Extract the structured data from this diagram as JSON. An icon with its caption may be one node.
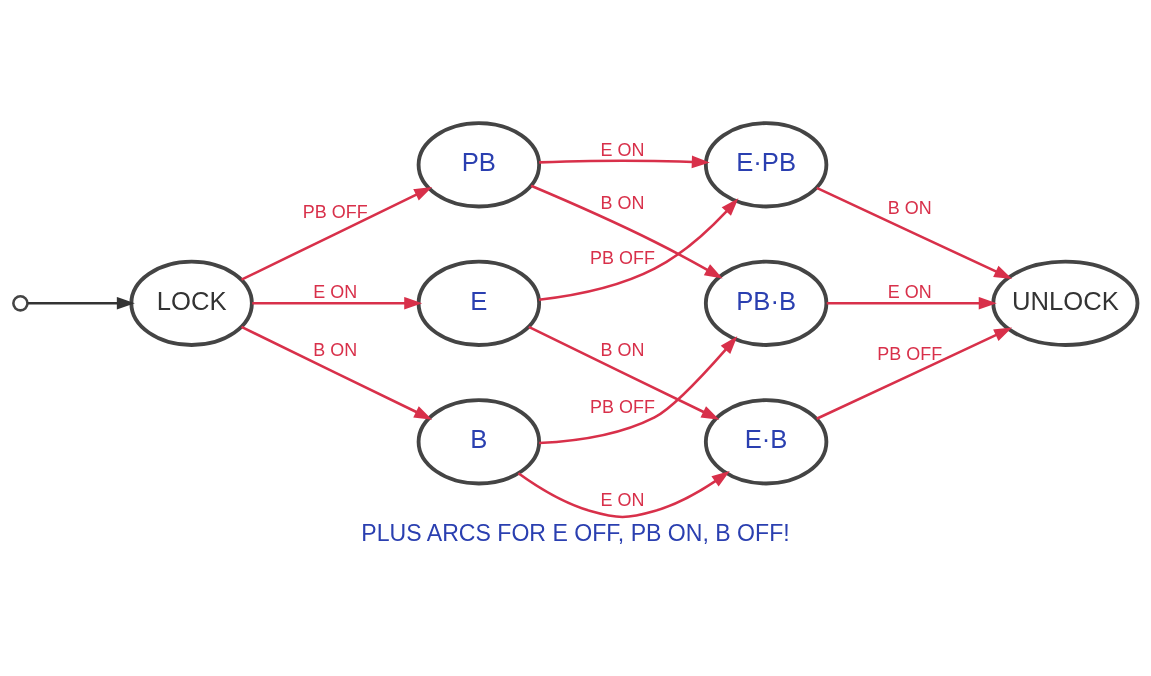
{
  "diagram": {
    "caption": "PLUS ARCS FOR E OFF, PB ON, B OFF!",
    "nodes": [
      {
        "text": [],
        "shape": "circle"
      },
      {
        "text": [
          "LOCK"
        ]
      },
      {
        "text": [
          "E"
        ]
      },
      {
        "text": [
          "PB"
        ]
      },
      {
        "text": [
          "B"
        ]
      },
      {
        "text": [
          "E·PB"
        ]
      },
      {
        "text": [
          "E·B"
        ]
      },
      {
        "text": [
          "PB·B"
        ]
      },
      {
        "text": [
          "UNLOCK"
        ]
      }
    ],
    "edges": [
      {
        "from": 0,
        "to": 1,
        "arrow": "to",
        "color": "#333333"
      },
      {
        "from": 1,
        "to": 2,
        "arrow": "to",
        "label": "E ON"
      },
      {
        "from": 1,
        "to": 3,
        "arrow": "to",
        "label": "PB OFF"
      },
      {
        "from": 1,
        "to": 4,
        "arrow": "to",
        "label": "B ON"
      },
      {
        "from": 2,
        "to": 5,
        "arrow": "to",
        "label": "PB OFF"
      },
      {
        "from": 2,
        "to": 6,
        "arrow": "to",
        "label": "B ON"
      },
      {
        "from": 3,
        "to": 5,
        "arrow": "to",
        "label": "E ON"
      },
      {
        "from": 3,
        "to": 7,
        "arrow": "to",
        "label": "B ON"
      },
      {
        "from": 4,
        "to": 6,
        "arrow": "to",
        "label": "E ON"
      },
      {
        "from": 4,
        "to": 7,
        "arrow": "to",
        "label": "PB OFF"
      },
      {
        "from": 5,
        "to": 8,
        "arrow": "to",
        "label": "B ON"
      },
      {
        "from": 6,
        "to": 8,
        "arrow": "to",
        "label": "PB OFF"
      },
      {
        "from": 7,
        "to": 8,
        "arrow": "to",
        "label": "E ON"
      }
    ]
  }
}
